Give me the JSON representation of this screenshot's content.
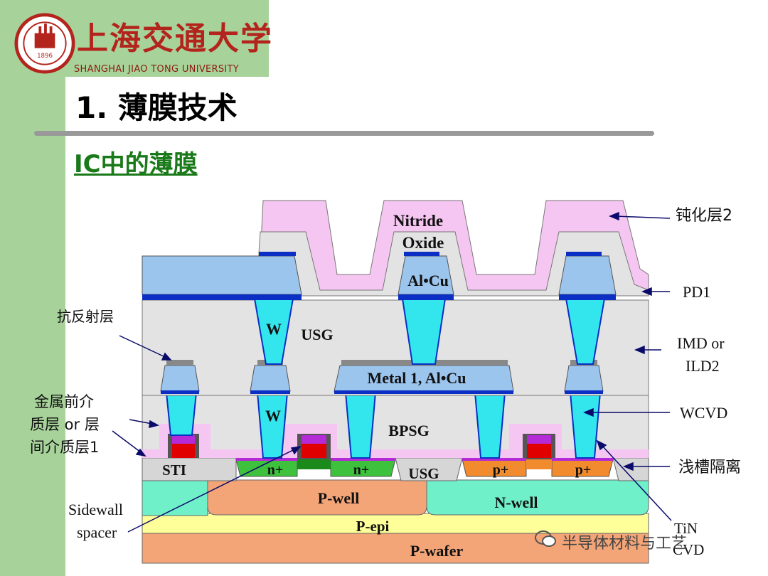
{
  "header": {
    "university_cn": "上海交通大学",
    "university_en": "SHANGHAI JIAO TONG UNIVERSITY",
    "logo_year": "1896",
    "title": "1. 薄膜技术",
    "subtitle": "IC中的薄膜"
  },
  "layers": {
    "nitride": "Nitride",
    "oxide": "Oxide",
    "alcu": "Al•Cu",
    "w_top": "W",
    "usg_top": "USG",
    "metal1": "Metal 1, Al•Cu",
    "w_bottom": "W",
    "bpsg": "BPSG",
    "sti": "STI",
    "nplus1": "n+",
    "nplus2": "n+",
    "usg_bottom": "USG",
    "pplus1": "p+",
    "pplus2": "p+",
    "pwell": "P-well",
    "nwell": "N-well",
    "pepi": "P-epi",
    "pwafer": "P-wafer"
  },
  "callouts": {
    "passivation2": "钝化层2",
    "pd1": "PD1",
    "imd_line1": "IMD or",
    "imd_line2": "ILD2",
    "wcvd": "WCVD",
    "sti_cn": "浅槽隔离",
    "tin_line1": "TiN",
    "tin_line2": "CVD",
    "arc": "抗反射层",
    "pmd_line1": "金属前介",
    "pmd_line2": "质层 or 层",
    "pmd_line3": "间介质层1",
    "spacer_line1": "Sidewall",
    "spacer_line2": "spacer"
  },
  "watermark": "半导体材料与工艺",
  "colors": {
    "sidebar": "#a7d39a",
    "nitride": "#f6c6f2",
    "oxide": "#e3e3e3",
    "alcu": "#9cc5ee",
    "tungsten": "#33e6ee",
    "barrier": "#0b2fc4",
    "nplus": "#3ec23e",
    "pplus": "#f28a2e",
    "pwell": "#f4a578",
    "nwell": "#6ff0c8",
    "pepi": "#ffff9a",
    "pwafer": "#f4a578",
    "gate": "#e00000",
    "silicide": "#b32ad6",
    "title_green": "#1a7a1a"
  }
}
